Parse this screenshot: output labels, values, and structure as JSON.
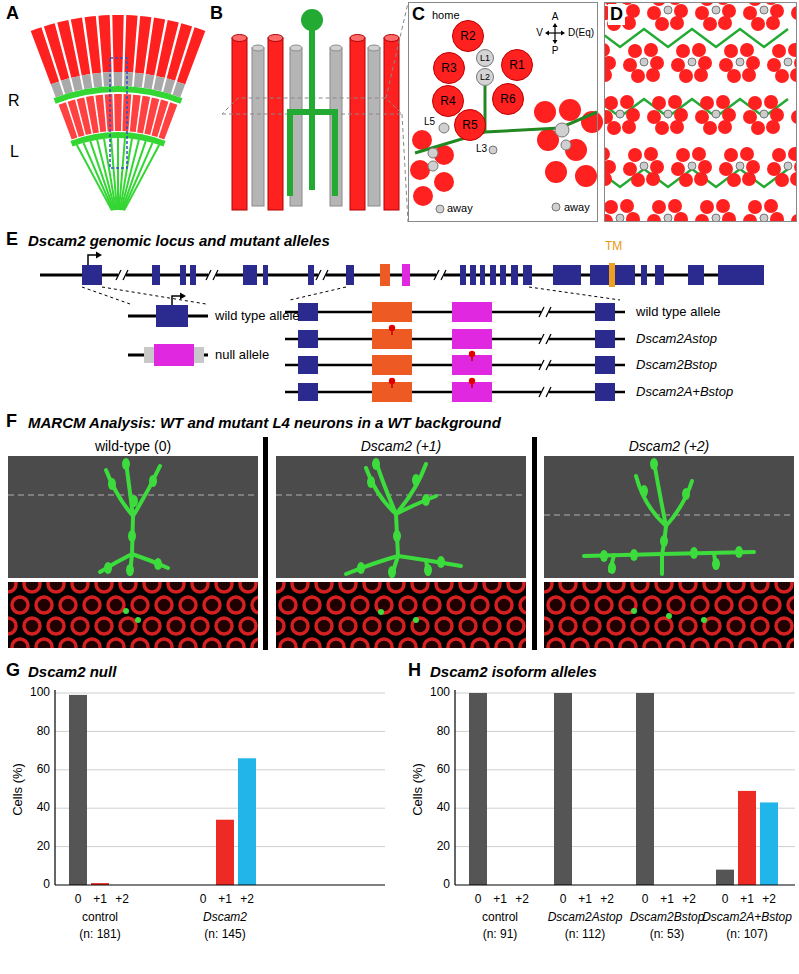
{
  "diagram": {
    "nodes": [
      {
        "text": [
          "C"
        ]
      },
      {
        "text": [
          "R2"
        ],
        "in": 0
      },
      {
        "text": [
          "R3"
        ],
        "in": 0
      },
      {
        "text": [
          "L1"
        ],
        "in": 0
      },
      {
        "text": [
          "L2"
        ],
        "in": 0
      },
      {
        "text": [
          "R1"
        ],
        "in": 0
      },
      {
        "text": [
          "R4"
        ],
        "in": 0
      },
      {
        "text": [
          "R6"
        ],
        "in": 0
      },
      {
        "text": [
          "R5"
        ],
        "in": 0
      }
    ],
    "labels": [
      "A",
      "R",
      "L",
      "B",
      "home",
      "A",
      "V",
      "D(Eq)",
      "P",
      "L5",
      "L3",
      "away",
      "away",
      "D",
      "E",
      "Dscam2 genomic locus and mutant alleles",
      "TM",
      "wild type allele",
      "null allele",
      "wild type allele",
      "Dscam2Astop",
      "Dscam2Bstop",
      "Dscam2A+Bstop",
      "F",
      "MARCM Analysis: WT and mutant L4 neurons in a WT background",
      "wild-type (0)",
      "Dscam2 (+1)",
      "Dscam2 (+2)",
      "G",
      "Dscam2 null",
      "Cells (%)",
      "100",
      "80",
      "60",
      "40",
      "20",
      "0",
      "0",
      "+1",
      "+2",
      "0",
      "+1",
      "+2",
      "control",
      "(n: 181)",
      "Dscam2",
      "(n: 145)",
      "H",
      "Dscam2 isoform alleles",
      "Cells (%)",
      "100",
      "80",
      "60",
      "40",
      "20",
      "0",
      "0",
      "+1",
      "+2",
      "0",
      "+1",
      "+2",
      "0",
      "+1",
      "+2",
      "0",
      "+1",
      "+2",
      "control",
      "(n: 91)",
      "Dscam2Astop",
      "(n: 112)",
      "Dscam2Bstop",
      "(n: 53)",
      "Dscam2A+Bstop",
      "(n: 107)"
    ]
  }
}
